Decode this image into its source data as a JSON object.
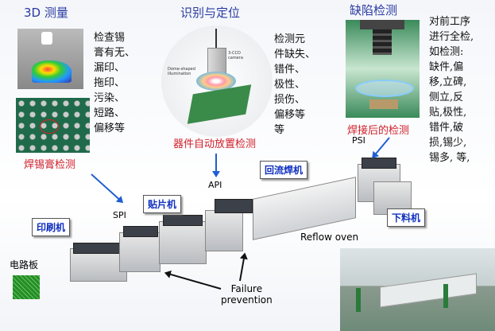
{
  "sections": {
    "measure3d": {
      "title": "3D 测量",
      "desc": "检查锡\n膏有无、\n漏印、\n拖印、\n污染、\n短路、\n偏移等",
      "caption": "焊锡膏检测"
    },
    "recognize": {
      "title": "识别与定位",
      "desc": "检测元\n件缺失、\n错件、\n极性、\n损伤、\n偏移等\n等",
      "caption": "器件自动放置检测",
      "camera_label": "3-CCD camera",
      "dome_label": "Dome-shaped illumination"
    },
    "defect": {
      "title": "缺陷检测",
      "desc": "对前工序\n进行全检,\n如检测:\n缺件,偏\n移,立碑,\n侧立,反\n贴,极性,\n错件,破\n损,锡少,\n锡多, 等,",
      "caption": "焊接后的检测"
    }
  },
  "line": {
    "psi": "PSI",
    "api": "API",
    "spi": "SPI",
    "reflow_box": "回流焊机",
    "placer_box": "贴片机",
    "printer_box": "印刷机",
    "unload_box": "下料机",
    "reflow_oven": "Reflow oven",
    "failure": "Failure\nprevention",
    "board": "电路板"
  },
  "colors": {
    "title": "#2a3aa0",
    "caption": "#d0202a",
    "arrow": "#1f5fd0"
  }
}
